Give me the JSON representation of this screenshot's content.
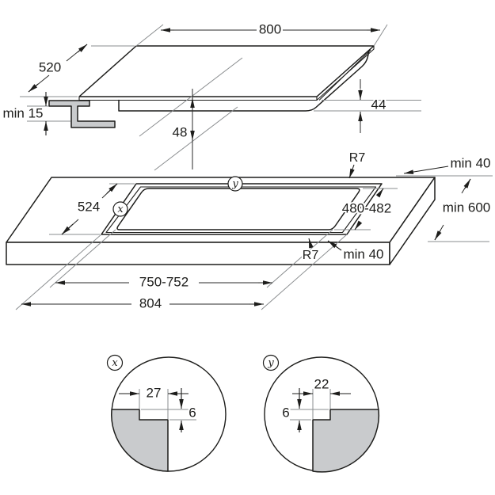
{
  "colors": {
    "line": "#1d1d1b",
    "gray_fill": "#c9cbcd",
    "background": "#ffffff",
    "thin_line": "#8a8d8f"
  },
  "top_view": {
    "width": "800",
    "depth": "520",
    "min_recess": "min 15",
    "total_height": "48",
    "body_height": "44"
  },
  "cutout_view": {
    "cutout_depth": "524",
    "inner_depth": "480-482",
    "inner_width": "750-752",
    "cutout_width": "804",
    "corner_radius_back": "R7",
    "corner_radius_front": "R7",
    "clearance_back": "min 40",
    "clearance_front": "min 40",
    "worktop_min_depth": "min 600",
    "marker_x": "x",
    "marker_y": "y"
  },
  "detail_x": {
    "marker": "x",
    "ledge_width": "27",
    "ledge_depth": "6"
  },
  "detail_y": {
    "marker": "y",
    "ledge_width": "22",
    "ledge_depth": "6"
  }
}
